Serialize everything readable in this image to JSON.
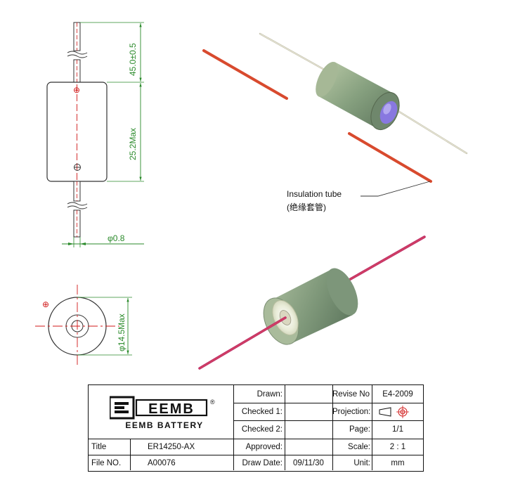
{
  "dimensions": {
    "lead_length": "45.0±0.5",
    "body_length": "25.2Max",
    "lead_diameter": "φ0.8",
    "body_diameter": "φ14.5Max"
  },
  "polarity_mark": "⊕",
  "callout": {
    "line1": "Insulation tube",
    "line2": "(绝缘套管)"
  },
  "colors": {
    "dimension": "#2a8a2a",
    "polarity": "#d01818",
    "insulation_tube": "#d84a2e",
    "cell_body": "#7f9a78",
    "terminal": "#8878e0"
  },
  "title_block": {
    "logo_text": "EEMB",
    "registered_mark": "®",
    "brand": "EEMB BATTERY",
    "labels": {
      "drawn": "Drawn:",
      "checked1": "Checked 1:",
      "checked2": "Checked 2:",
      "approved": "Approved:",
      "draw_date": "Draw Date:",
      "revise_no": "Revise No.:",
      "projection": "Projection:",
      "page": "Page:",
      "scale": "Scale:",
      "unit": "Unit:",
      "title": "Title",
      "file_no": "File NO."
    },
    "values": {
      "title": "ER14250-AX",
      "file_no": "A00076",
      "draw_date": "09/11/30",
      "revise_no": "E4-2009",
      "page": "1/1",
      "scale": "2 : 1",
      "unit": "mm"
    }
  }
}
